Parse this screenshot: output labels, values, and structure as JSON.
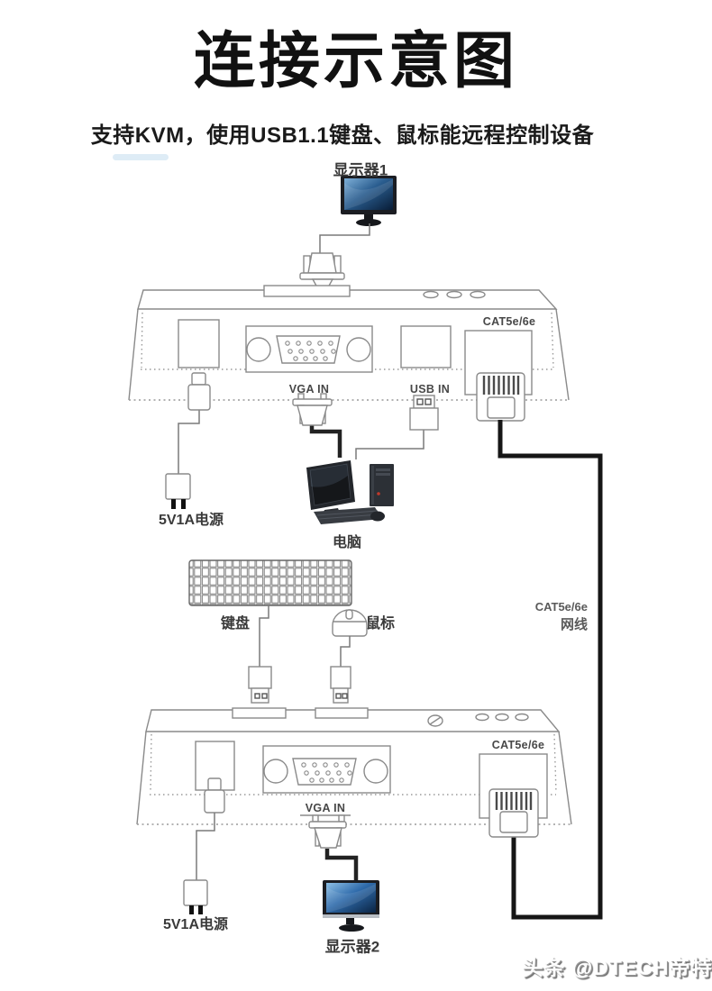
{
  "header": {
    "title": "连接示意图",
    "subtitle": "支持KVM，使用USB1.1键盘、鼠标能远程控制设备"
  },
  "diagram": {
    "monitor1": {
      "label": "显示器1"
    },
    "transmitter": {
      "cat5_port_label": "CAT5e/6e",
      "vga_in_label": "VGA IN",
      "usb_in_label": "USB IN"
    },
    "power_adapter_top": {
      "label": "5V1A电源"
    },
    "computer": {
      "label": "电脑"
    },
    "keyboard": {
      "label": "键盘"
    },
    "mouse": {
      "label": "鼠标"
    },
    "cat5_cable": {
      "label_line1": "CAT5e/6e",
      "label_line2": "网线"
    },
    "receiver": {
      "cat5_port_label": "CAT5e/6e",
      "vga_in_label": "VGA IN"
    },
    "power_adapter_bottom": {
      "label": "5V1A电源"
    },
    "monitor2": {
      "label": "显示器2"
    }
  },
  "footer": {
    "watermark": "头条 @DTECH帝特"
  },
  "colors": {
    "outline_gray": "#8a8a8a",
    "dotted_gray": "#9a9a9a",
    "cable_black": "#1a1a1a",
    "screen_blue_light": "#6ba3d0",
    "screen_blue_dark": "#0b2240",
    "label_text": "#3a3a3a"
  }
}
